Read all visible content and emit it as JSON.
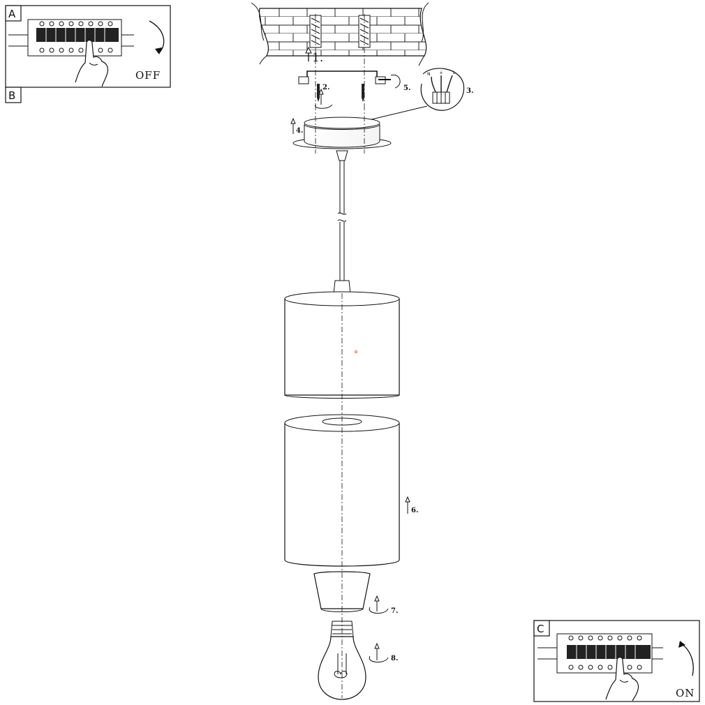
{
  "panels": {
    "a": {
      "letter": "A",
      "word": "OFF"
    },
    "b": {
      "letter": "B"
    },
    "c": {
      "letter": "C",
      "word": "ON"
    }
  },
  "steps": {
    "s1": "1.",
    "s2": "2.",
    "s3": "3.",
    "s4": "4.",
    "s5": "5.",
    "s6": "6.",
    "s7": "7.",
    "s8": "8."
  },
  "terminal_marks": [
    "N",
    "⏚",
    "L"
  ],
  "colors": {
    "line": "#111111",
    "accent": "#e07040"
  }
}
